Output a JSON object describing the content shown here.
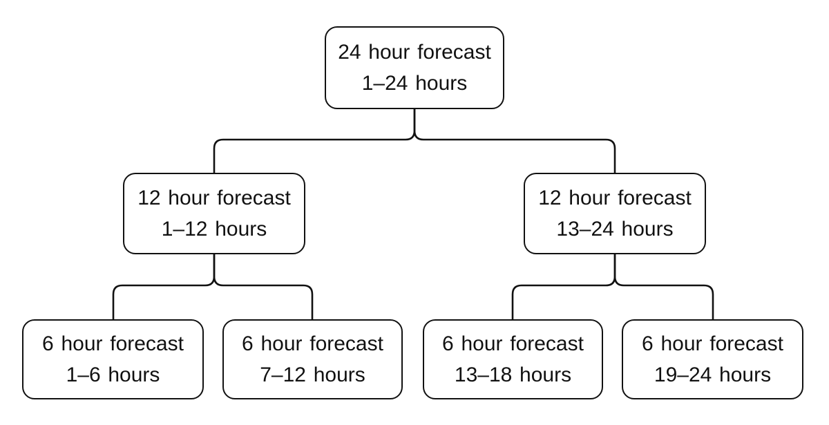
{
  "diagram": {
    "type": "tree",
    "colors": {
      "background": "#ffffff",
      "box_fill": "#ffffff",
      "box_border": "#111111",
      "line": "#111111",
      "text": "#111111"
    },
    "nodes": [
      {
        "id": "24h",
        "line1": "24 hour forecast",
        "line2": "1–24 hours"
      },
      {
        "id": "12h-a",
        "line1": "12 hour forecast",
        "line2": "1–12 hours"
      },
      {
        "id": "12h-b",
        "line1": "12 hour forecast",
        "line2": "13–24 hours"
      },
      {
        "id": "6h-1",
        "line1": "6 hour forecast",
        "line2": "1–6 hours"
      },
      {
        "id": "6h-2",
        "line1": "6 hour forecast",
        "line2": "7–12 hours"
      },
      {
        "id": "6h-3",
        "line1": "6 hour forecast",
        "line2": "13–18 hours"
      },
      {
        "id": "6h-4",
        "line1": "6 hour forecast",
        "line2": "19–24 hours"
      }
    ],
    "edges": [
      {
        "from": "24h",
        "to": "12h-a"
      },
      {
        "from": "24h",
        "to": "12h-b"
      },
      {
        "from": "12h-a",
        "to": "6h-1"
      },
      {
        "from": "12h-a",
        "to": "6h-2"
      },
      {
        "from": "12h-b",
        "to": "6h-3"
      },
      {
        "from": "12h-b",
        "to": "6h-4"
      }
    ]
  }
}
